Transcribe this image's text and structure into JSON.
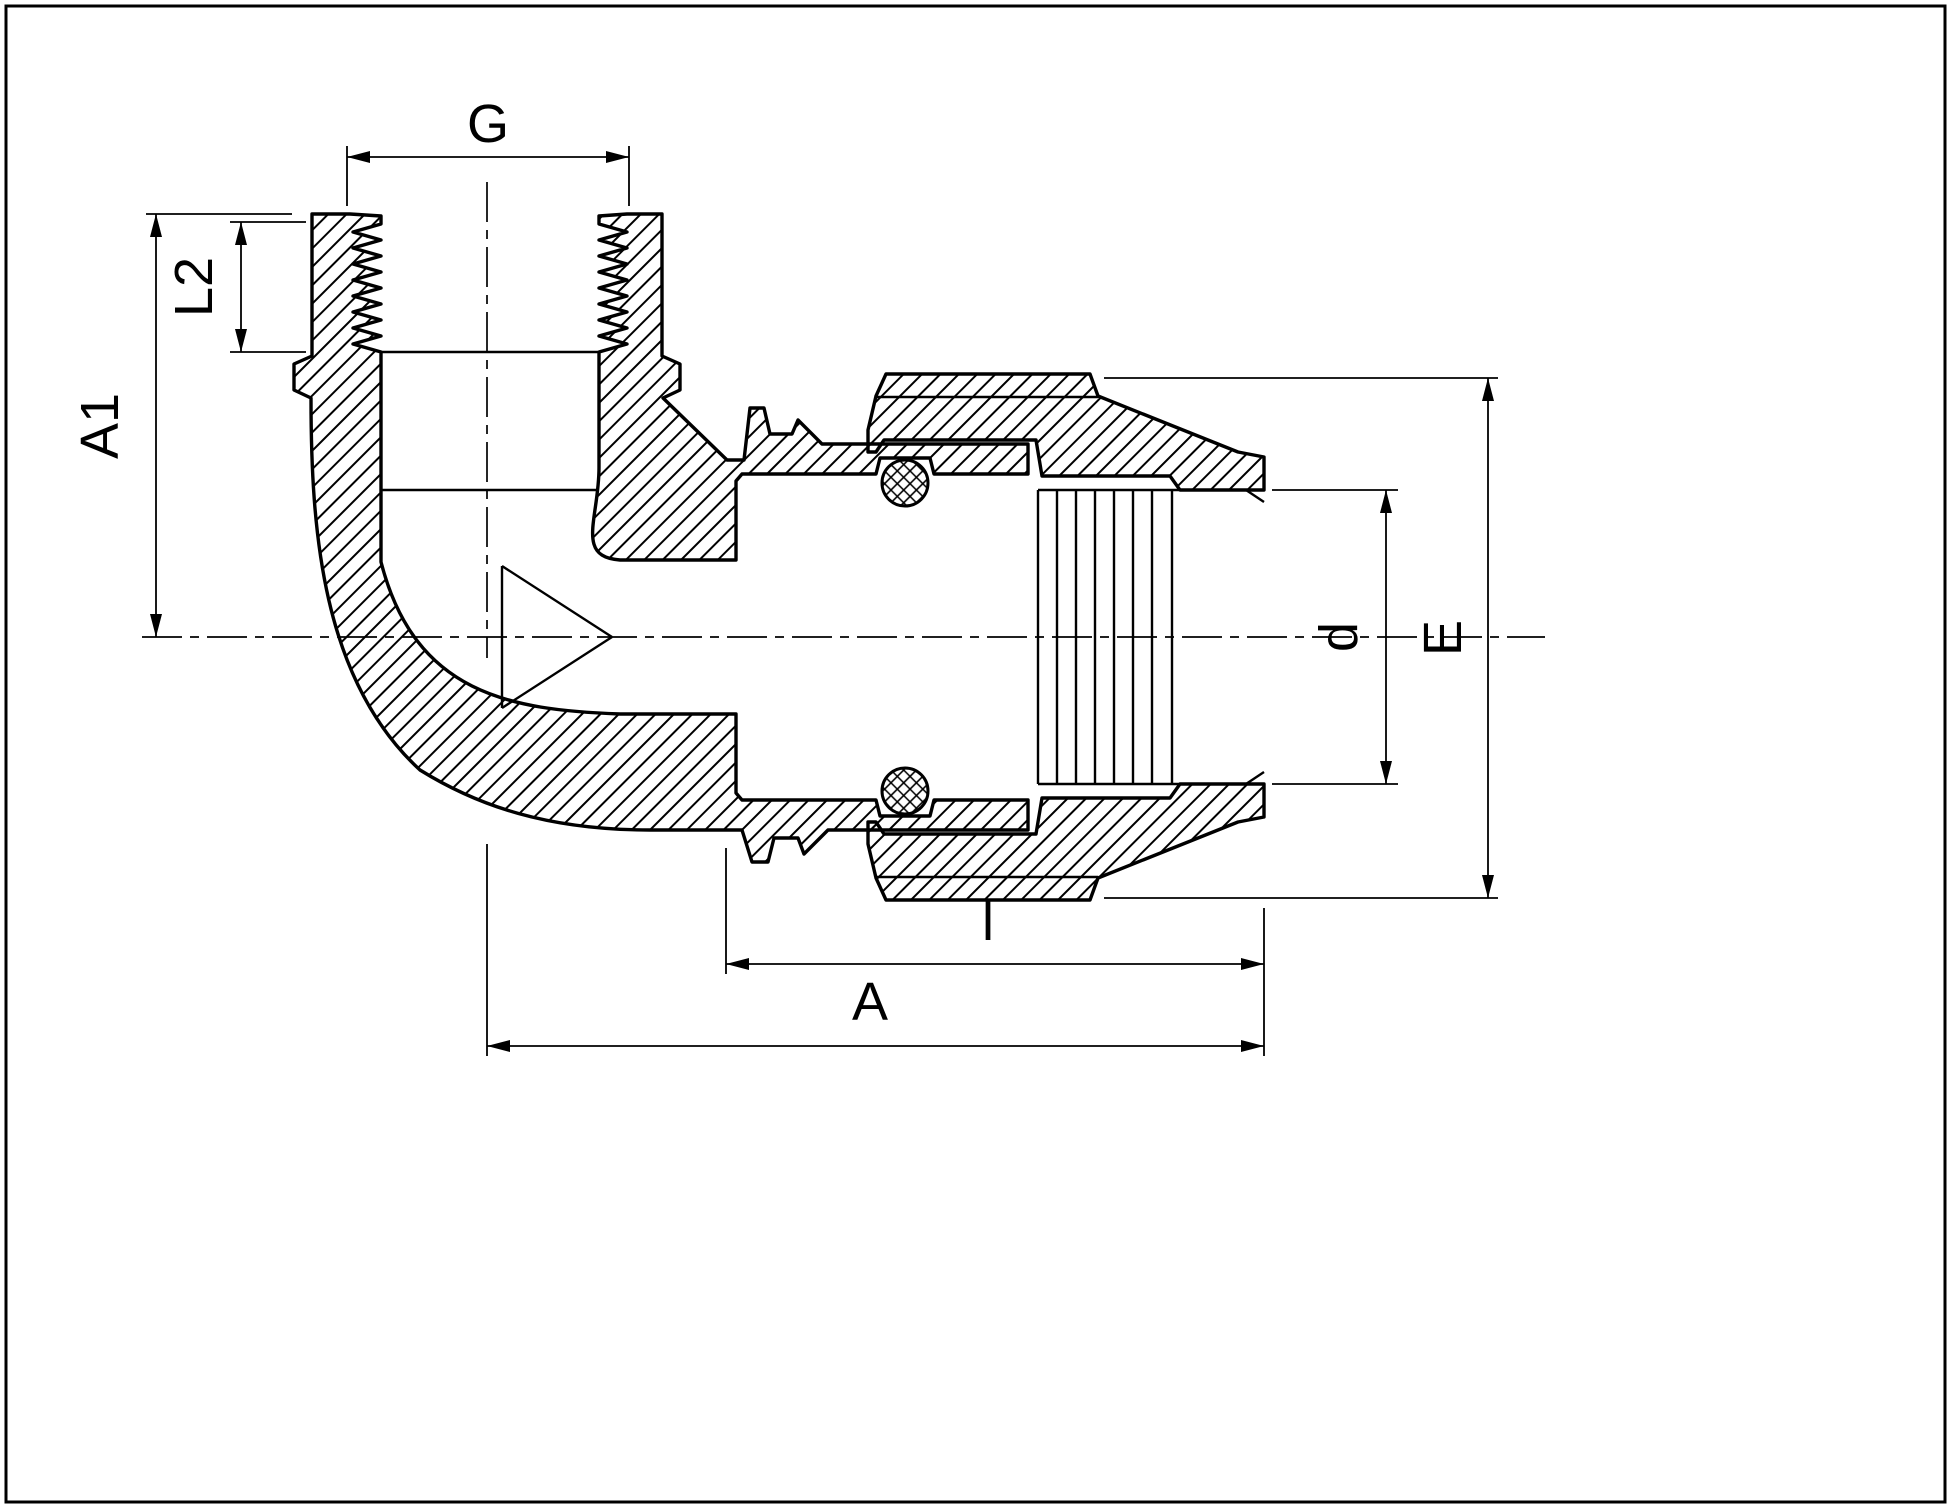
{
  "drawing": {
    "background_color": "#ffffff",
    "line_color": "#000000",
    "dimension_labels": {
      "g": "G",
      "l2": "L2",
      "a1": "A1",
      "d": "d",
      "e": "E",
      "l": "l",
      "a": "A"
    }
  }
}
